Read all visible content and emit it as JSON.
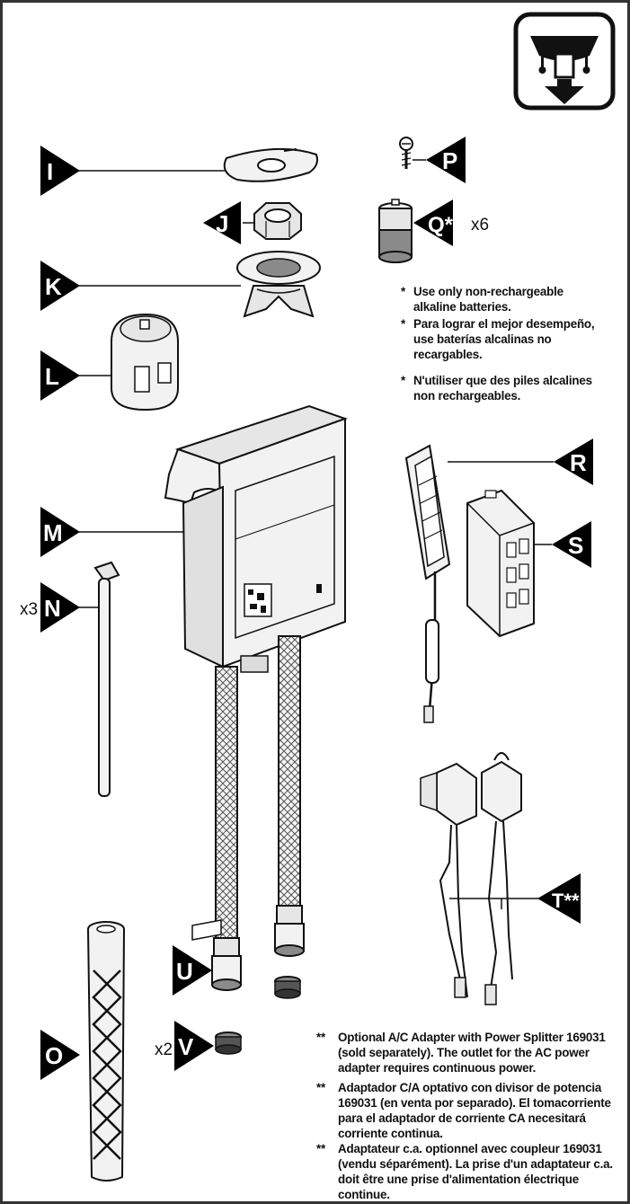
{
  "icon": {
    "name": "under-sink-mount-icon"
  },
  "callouts": {
    "I": "I",
    "J": "J",
    "K": "K",
    "L": "L",
    "M": "M",
    "N": "N",
    "O": "O",
    "P": "P",
    "Q": "Q*",
    "R": "R",
    "S": "S",
    "T": "T**",
    "U": "U",
    "V": "V"
  },
  "quantities": {
    "Q": "x6",
    "N": "x3",
    "V": "x2"
  },
  "battery_notes": [
    {
      "mark": "*",
      "text": "Use only non-rechargeable alkaline batteries."
    },
    {
      "mark": "*",
      "text": "Para lograr el mejor desempeño, use baterías alcalinas no recargables."
    },
    {
      "mark": "*",
      "text": "N'utiliser que des piles alcalines non rechargeables."
    }
  ],
  "adapter_notes": [
    {
      "mark": "**",
      "text": "Optional A/C Adapter with Power Splitter 169031 (sold separately). The outlet for the AC power adapter requires continuous power."
    },
    {
      "mark": "**",
      "text": "Adaptador C/A optativo con divisor de potencia 169031 (en venta por separado). El tomacorriente para el adaptador de corriente CA necesitará corriente continua."
    },
    {
      "mark": "**",
      "text": "Adaptateur c.a. optionnel avec coupleur 169031 (vendu séparément). La prise d'un adaptateur c.a. doit être une prise d'alimentation électrique continue."
    }
  ],
  "colors": {
    "ink": "#111111",
    "frame": "#3a3a3a",
    "part_fill": "#f2f2f2",
    "shade": "#bdbdbd"
  }
}
